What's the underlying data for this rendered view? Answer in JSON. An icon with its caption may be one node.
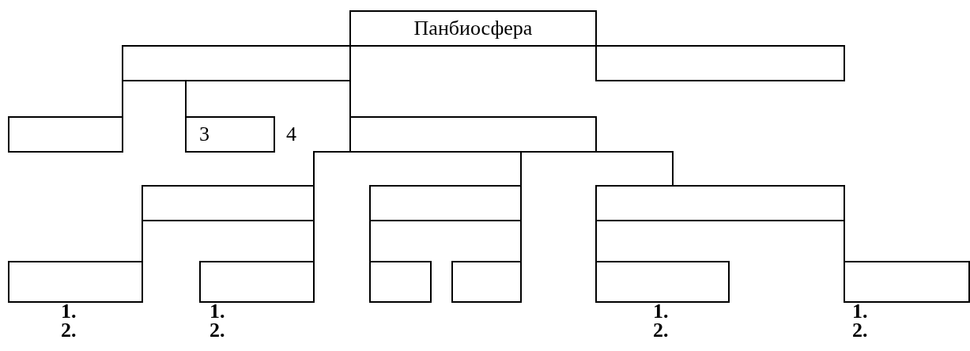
{
  "diagram": {
    "nodes": [
      {
        "text": [
          "Панбиосфера"
        ]
      },
      {
        "text": [],
        "shape": "box"
      },
      {
        "text": [],
        "shape": "box"
      },
      {
        "text": [],
        "shape": "box"
      },
      {
        "text": [
          "3"
        ],
        "beside": [
          "4"
        ]
      },
      {
        "text": [],
        "shape": "box"
      },
      {
        "text": [],
        "shape": "box"
      },
      {
        "text": [],
        "shape": "box"
      },
      {
        "text": [],
        "shape": "box"
      },
      {
        "text": [],
        "shape": "box",
        "beside": [
          "1.",
          "2."
        ]
      },
      {
        "text": [],
        "shape": "box",
        "beside": [
          "1.",
          "2."
        ]
      },
      {
        "text": [],
        "shape": "box"
      },
      {
        "text": [],
        "shape": "box"
      },
      {
        "text": [],
        "shape": "box",
        "beside": [
          "1.",
          "2."
        ]
      },
      {
        "text": [],
        "shape": "box",
        "beside": [
          "1.",
          "2."
        ]
      }
    ],
    "edges": [
      {
        "from": 0,
        "to": 5,
        "arrow": "none"
      },
      {
        "from": 1,
        "to": 3,
        "arrow": "none"
      },
      {
        "from": 1,
        "to": 4,
        "arrow": "none"
      },
      {
        "from": 5,
        "to": 6,
        "arrow": "none"
      },
      {
        "from": 5,
        "to": 7,
        "arrow": "none"
      },
      {
        "from": 5,
        "to": 8,
        "arrow": "none"
      },
      {
        "from": 6,
        "to": 9,
        "arrow": "none"
      },
      {
        "from": 6,
        "to": 10,
        "arrow": "none"
      },
      {
        "from": 7,
        "to": 11,
        "arrow": "none"
      },
      {
        "from": 7,
        "to": 12,
        "arrow": "none"
      },
      {
        "from": 8,
        "to": 13,
        "arrow": "none"
      },
      {
        "from": 8,
        "to": 14,
        "arrow": "none"
      }
    ]
  }
}
